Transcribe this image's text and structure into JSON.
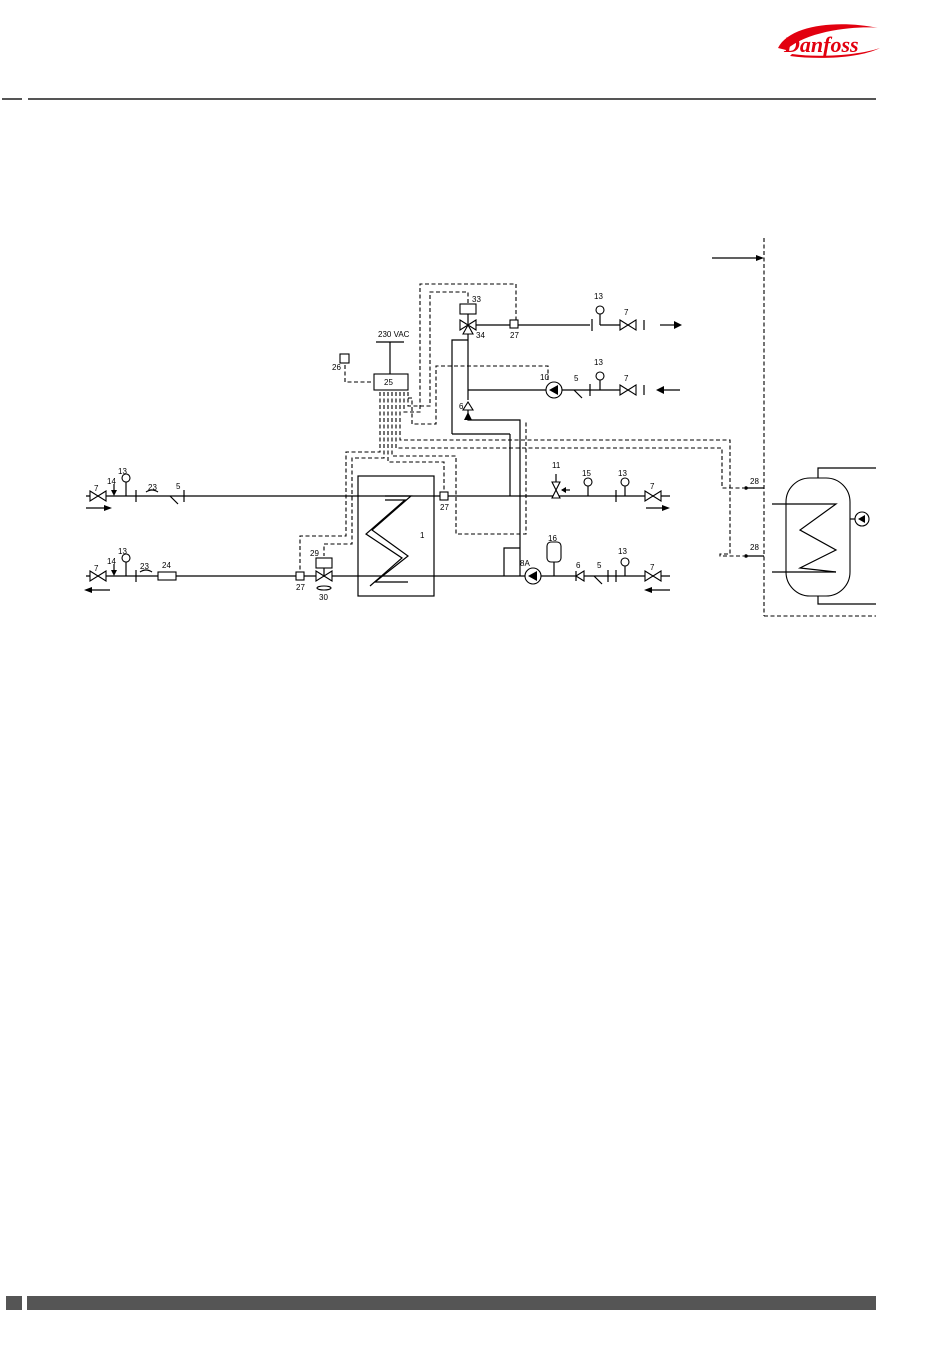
{
  "header": {
    "brand": {
      "name": "Danfoss",
      "color": "#e2000f"
    }
  },
  "diagram": {
    "voltage_label": "230 VAC",
    "labels": {
      "n1": "1",
      "n5a": "5",
      "n5b": "5",
      "n5c": "5",
      "n6a": "6",
      "n6b": "6",
      "n7a": "7",
      "n7b": "7",
      "n7c": "7",
      "n7d": "7",
      "n7e": "7",
      "n7f": "7",
      "n8a": "8A",
      "n10": "10",
      "n11": "11",
      "n13a": "13",
      "n13b": "13",
      "n13c": "13",
      "n13d": "13",
      "n13e": "13",
      "n13f": "13",
      "n14a": "14",
      "n14b": "14",
      "n15": "15",
      "n16": "16",
      "n23a": "23",
      "n23b": "23",
      "n24": "24",
      "n25": "25",
      "n26": "26",
      "n27a": "27",
      "n27b": "27",
      "n27c": "27",
      "n28a": "28",
      "n28b": "28",
      "n29": "29",
      "n30": "30",
      "n33": "33",
      "n34": "34"
    }
  }
}
